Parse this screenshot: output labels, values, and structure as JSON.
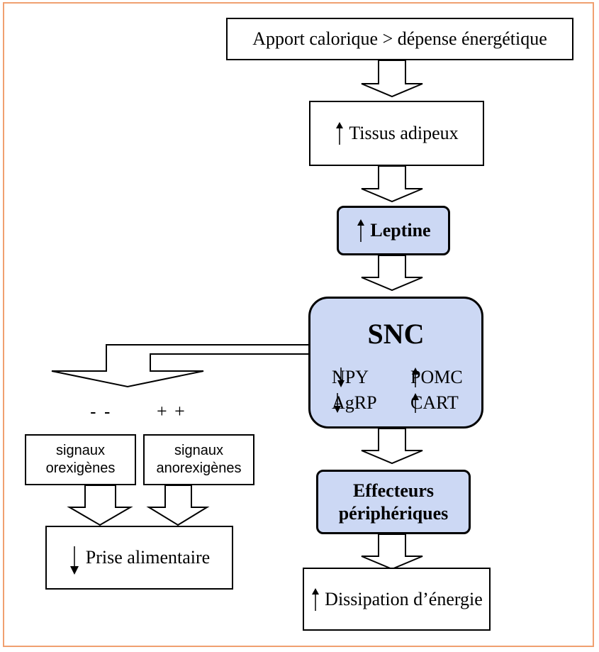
{
  "diagram": {
    "apport": "Apport calorique > dépense énergétique",
    "tissus": "Tissus adipeux",
    "leptine": "Leptine",
    "snc": {
      "title": "SNC",
      "npy": "NPY",
      "agrp": "AgRP",
      "pomc": "POMC",
      "cart": "CART"
    },
    "effecteurs": {
      "line1": "Effecteurs",
      "line2": "périphériques"
    },
    "dissipation": "Dissipation d’énergie",
    "signs": {
      "minus": "- -",
      "plus": "+ +"
    },
    "orexigenes": {
      "line1": "signaux",
      "line2": "orexigènes"
    },
    "anorexigenes": {
      "line1": "signaux",
      "line2": "anorexigènes"
    },
    "prise": "Prise alimentaire"
  },
  "colors": {
    "frame": "#f0a070",
    "highlight_fill": "#ccd8f4"
  }
}
